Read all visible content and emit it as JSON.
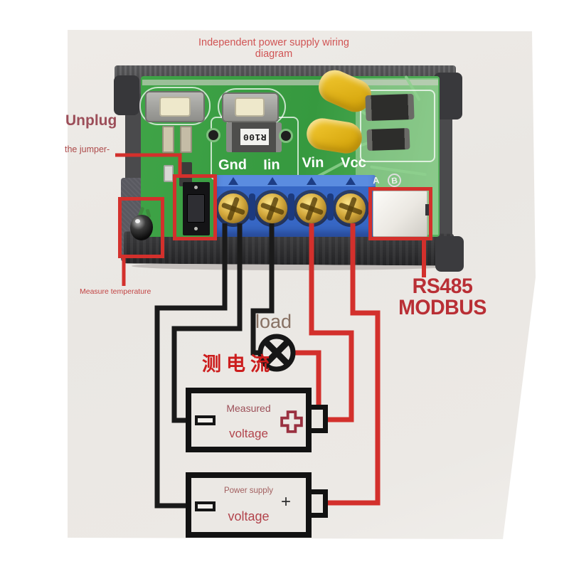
{
  "title": "Independent power supply wiring diagram",
  "labels": {
    "unplug": "Unplug",
    "jumper_note": "the jumper-",
    "measure_temperature": "Measure temperature",
    "rs485": "RS485",
    "modbus": "MODBUS",
    "load": "load",
    "measure_current_cn": "测电流"
  },
  "pcb": {
    "terminals": [
      "Gnd",
      "Iin",
      "Vin",
      "Vcc"
    ],
    "connector_pins": [
      "A",
      "B"
    ],
    "shunt_label": "R100"
  },
  "measured_box": {
    "title": "Measured",
    "subtitle": "voltage"
  },
  "power_box": {
    "title": "Power supply",
    "subtitle": "voltage",
    "plus": "+"
  },
  "colors": {
    "annotation_red": "#d3302c",
    "wire_black": "#1a1a1a",
    "wire_red": "#d3302c",
    "pcb_green": "#3da348",
    "terminal_blue": "#3767c5",
    "capacitor_yellow": "#e8b91f",
    "title_red": "#d05454",
    "rs485_red": "#b92f35"
  }
}
